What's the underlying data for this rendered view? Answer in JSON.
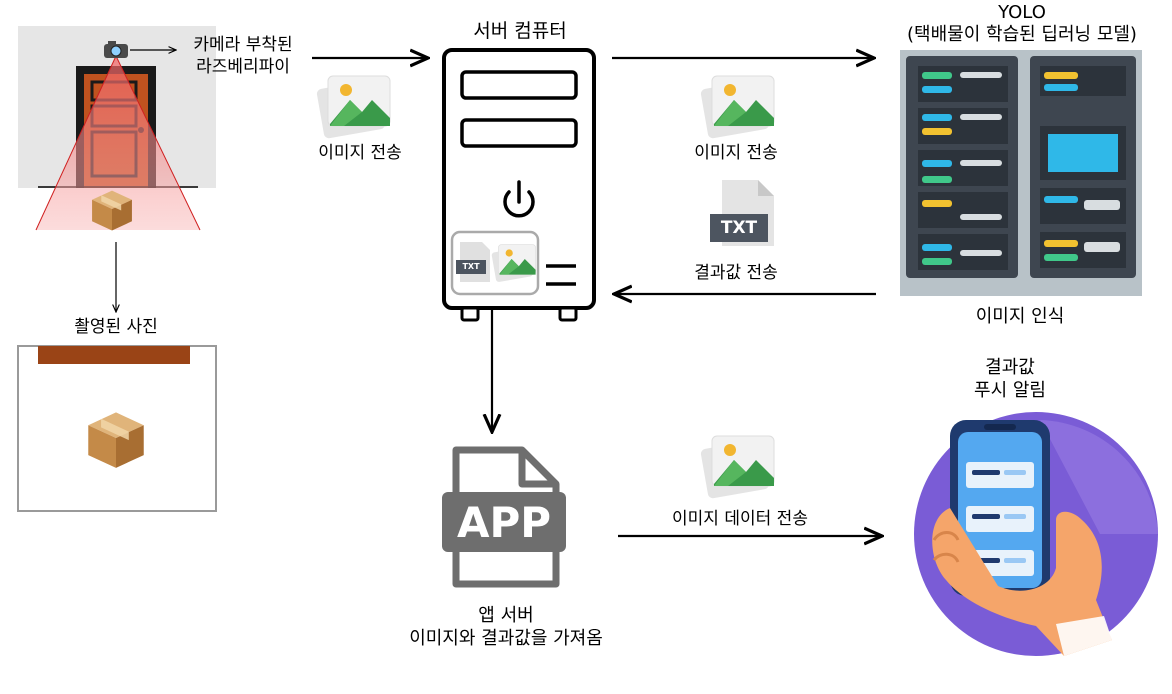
{
  "labels": {
    "camera_line1": "카메라 부착된",
    "camera_line2": "라즈베리파이",
    "captured_photo": "촬영된 사진",
    "server_title": "서버 컴퓨터",
    "yolo_line1": "YOLO",
    "yolo_line2": "(택배물이 학습된 딥러닝 모델)",
    "image_recognition": "이미지 인식",
    "send_image_left": "이미지 전송",
    "send_image_right": "이미지 전송",
    "send_result": "결과값 전송",
    "txt_badge": "TXT",
    "txt_badge_small": "TXT",
    "app_badge": "APP",
    "app_server_line1": "앱 서버",
    "app_server_line2": "이미지와 결과값을 가져옴",
    "send_image_data": "이미지 데이터 전송",
    "push_line1": "결과값",
    "push_line2": "푸시 알림"
  },
  "colors": {
    "door_frame": "#1a1a1a",
    "door_wood": "#c0521f",
    "camera_beam": "#f26060",
    "box": "#c9914f",
    "photo_bar": "#9a4416",
    "image_green": "#3a9a4a",
    "server_outline": "#000000",
    "rack_bg": "#b8c2c8",
    "rack_blue": "#2fb8e8",
    "rack_green": "#40c88a",
    "rack_yellow": "#f2c230",
    "app_gray": "#6e6e6e",
    "phone_circle": "#7a5cd6",
    "hand": "#f5a56a"
  },
  "icons": [
    "camera-icon",
    "door-icon",
    "parcel-box-icon",
    "image-file-icon",
    "txt-file-icon",
    "power-icon",
    "server-rack-icon",
    "app-file-icon",
    "smartphone-hand-icon"
  ]
}
